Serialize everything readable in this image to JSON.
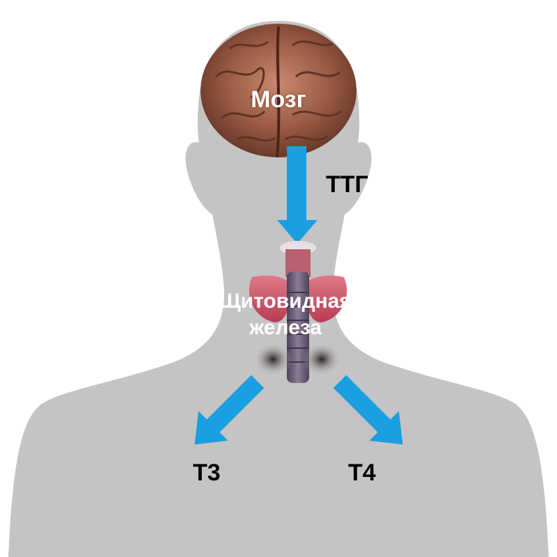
{
  "labels": {
    "brain": "Мозг",
    "tsh": "ТТГ",
    "thyroid_line1": "Щитовидная",
    "thyroid_line2": "железа",
    "t3": "Т3",
    "t4": "Т4"
  },
  "colors": {
    "silhouette": "#c4c4c4",
    "arrow": "#1a9fe0",
    "brain": "#a0644a",
    "thyroid": "#c84a5e",
    "trachea": "#6a5a78"
  }
}
